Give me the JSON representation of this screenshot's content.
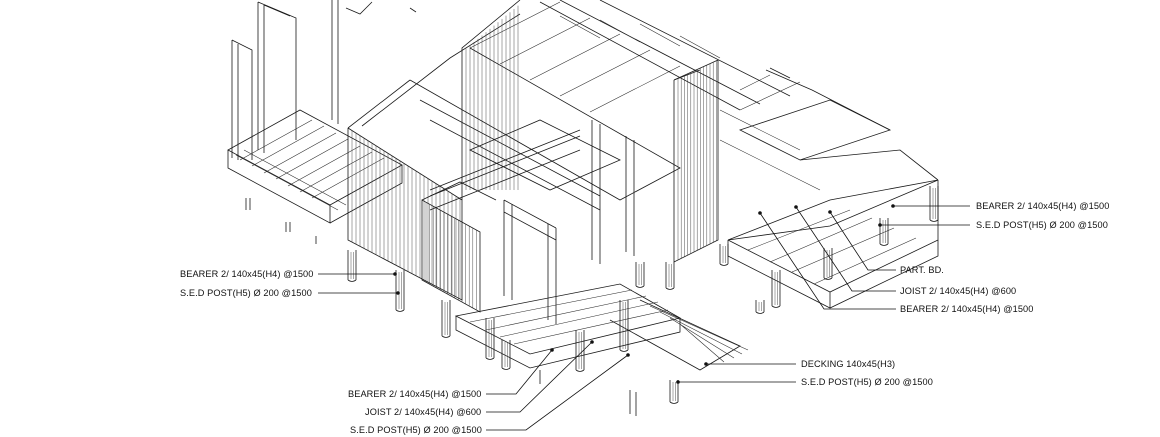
{
  "labels": {
    "right_bearer": "BEARER 2/ 140x45(H4) @1500",
    "right_post": "S.E.D POST(H5) Ø 200 @1500",
    "part_bd": "PART. BD.",
    "mid_joist": "JOIST 2/ 140x45(H4) @600",
    "mid_bearer": "BEARER 2/ 140x45(H4) @1500",
    "left_bearer": "BEARER 2/ 140x45(H4) @1500",
    "left_post": "S.E.D POST(H5) Ø 200 @1500",
    "decking": "DECKING 140x45(H3)",
    "deck_post": "S.E.D POST(H5) Ø 200 @1500",
    "bottom_bearer": "BEARER 2/ 140x45(H4) @1500",
    "bottom_joist": "JOIST 2/ 140x45(H4) @600",
    "bottom_post": "S.E.D POST(H5) Ø 200 @1500"
  }
}
